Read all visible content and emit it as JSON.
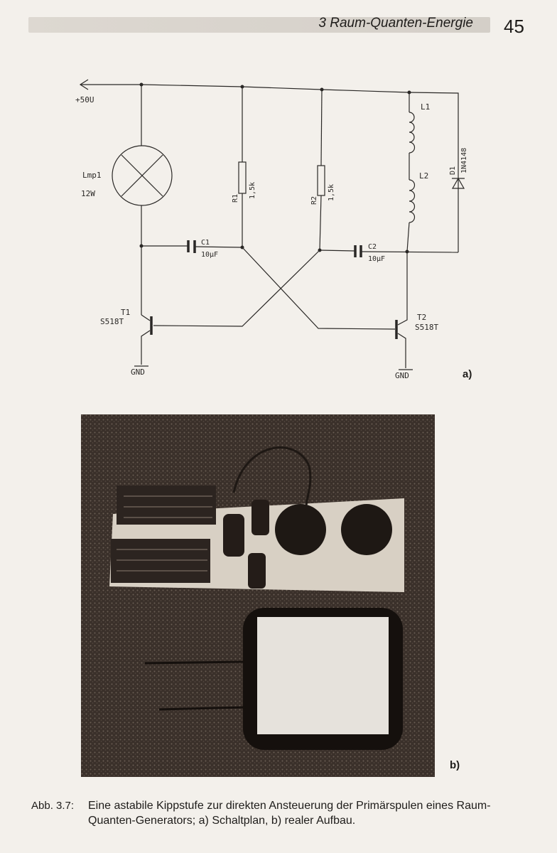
{
  "header": {
    "running_head": "3 Raum-Quanten-Energie",
    "page_number": "45"
  },
  "schematic": {
    "supply": "+50U",
    "lamp": {
      "name": "Lmp1",
      "value": "12W"
    },
    "r1": {
      "name": "R1",
      "value": "1,5k"
    },
    "r2": {
      "name": "R2",
      "value": "1,5k"
    },
    "c1": {
      "name": "C1",
      "value": "10µF"
    },
    "c2": {
      "name": "C2",
      "value": "10µF"
    },
    "l1": "L1",
    "l2": "L2",
    "d1": {
      "name": "D1",
      "value": "1N4148"
    },
    "t1": {
      "name": "T1",
      "value": "S518T"
    },
    "t2": {
      "name": "T2",
      "value": "S518T"
    },
    "gnd1": "GND",
    "gnd2": "GND",
    "panel_label": "a)"
  },
  "photo": {
    "panel_label": "b)"
  },
  "caption": {
    "label": "Abb. 3.7:",
    "text": "Eine astabile Kippstufe zur direkten Ansteuerung der Primärspulen eines Raum-Quanten-Generators; a) Schaltplan, b) realer Aufbau."
  }
}
